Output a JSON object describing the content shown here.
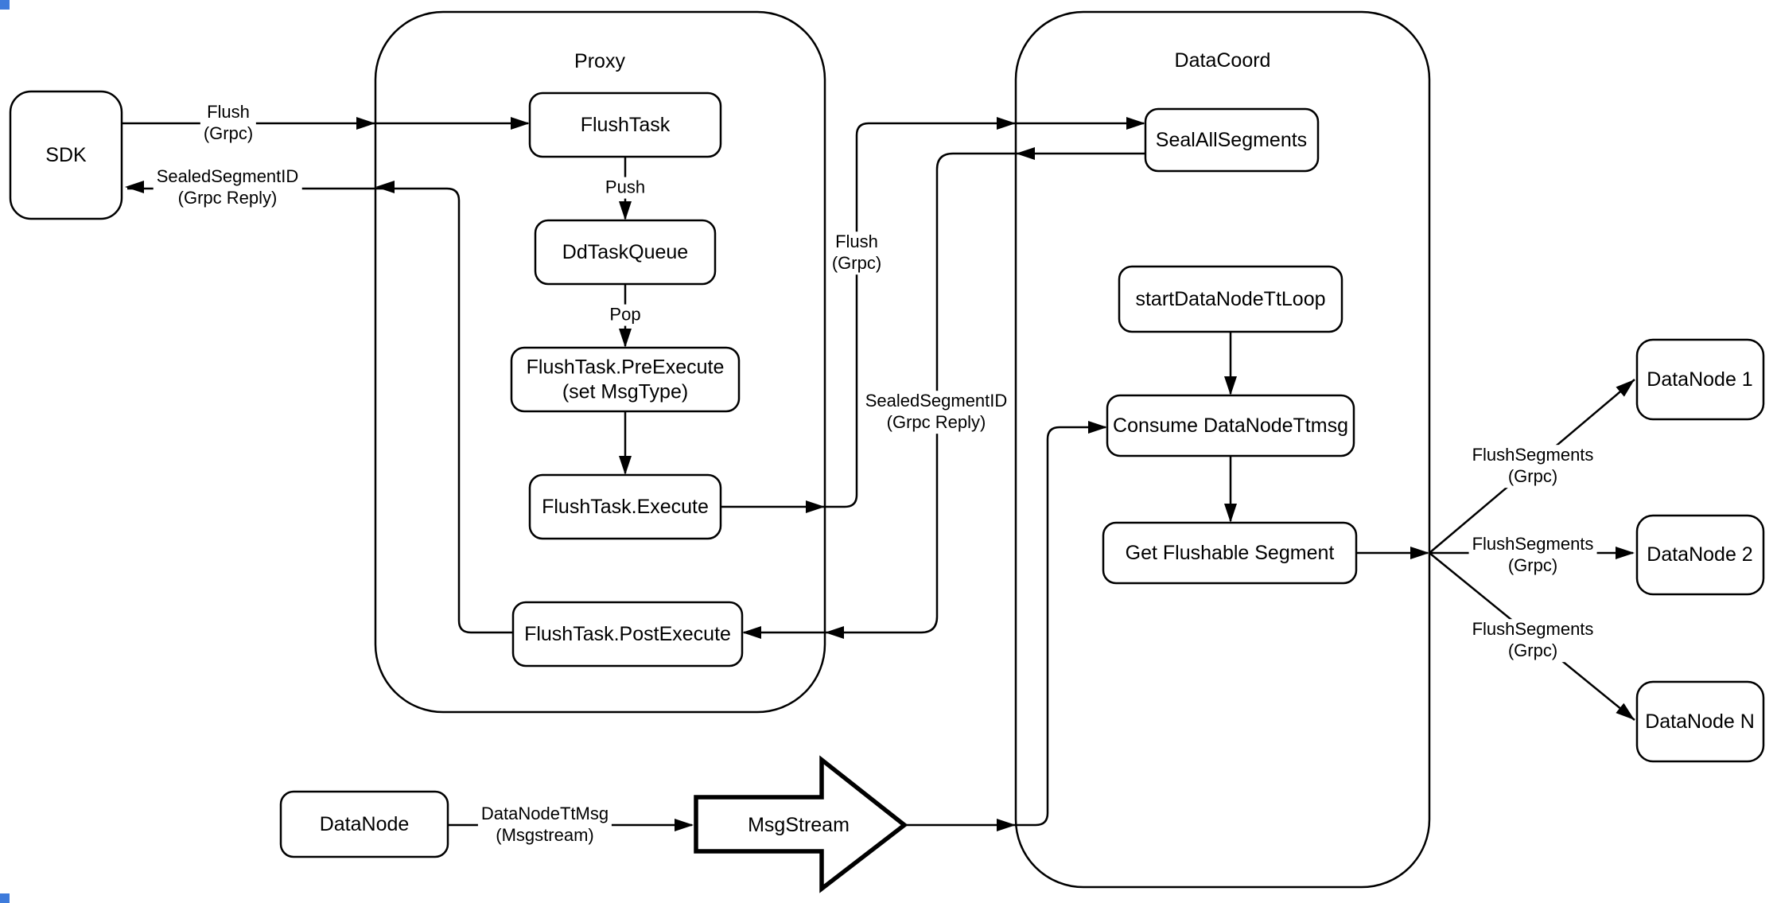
{
  "diagram": {
    "title_note": "Milvus flush data-flow diagram",
    "containers": {
      "proxy": {
        "label": "Proxy"
      },
      "datacoord": {
        "label": "DataCoord"
      }
    },
    "nodes": {
      "sdk": {
        "label": "SDK"
      },
      "flush_task": {
        "label": "FlushTask"
      },
      "dd_task_queue": {
        "label": "DdTaskQueue"
      },
      "pre_execute": {
        "line1": "FlushTask.PreExecute",
        "line2": "(set MsgType)"
      },
      "execute": {
        "label": "FlushTask.Execute"
      },
      "post_execute": {
        "label": "FlushTask.PostExecute"
      },
      "seal_all": {
        "label": "SealAllSegments"
      },
      "start_loop": {
        "label": "startDataNodeTtLoop"
      },
      "consume": {
        "label": "Consume DataNodeTtmsg"
      },
      "get_flushable": {
        "label": "Get Flushable Segment"
      },
      "datanode1": {
        "label": "DataNode 1"
      },
      "datanode2": {
        "label": "DataNode 2"
      },
      "datanoden": {
        "label": "DataNode N"
      },
      "datanode": {
        "label": "DataNode"
      },
      "msgstream": {
        "label": "MsgStream"
      }
    },
    "edge_labels": {
      "flush_sdk": {
        "line1": "Flush",
        "line2": "(Grpc)"
      },
      "sealed_sdk": {
        "line1": "SealedSegmentID",
        "line2": "(Grpc Reply)"
      },
      "push": {
        "label": "Push"
      },
      "pop": {
        "label": "Pop"
      },
      "flush_dc": {
        "line1": "Flush",
        "line2": "(Grpc)"
      },
      "sealed_dc": {
        "line1": "SealedSegmentID",
        "line2": "(Grpc Reply)"
      },
      "flush_seg1": {
        "line1": "FlushSegments",
        "line2": "(Grpc)"
      },
      "flush_seg2": {
        "line1": "FlushSegments",
        "line2": "(Grpc)"
      },
      "flush_seg3": {
        "line1": "FlushSegments",
        "line2": "(Grpc)"
      },
      "datanode_tt": {
        "line1": "DataNodeTtMsg",
        "line2": "(Msgstream)"
      }
    },
    "colors": {
      "stroke": "#000000",
      "background": "#ffffff",
      "corner_artifact": "#3E7BDB"
    }
  }
}
